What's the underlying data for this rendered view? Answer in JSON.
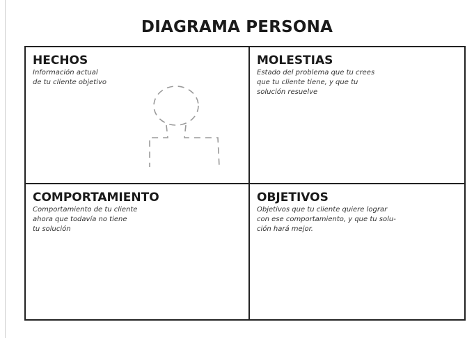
{
  "title": "DIAGRAMA PERSONA",
  "quadrants": {
    "facts": {
      "heading": "HECHOS",
      "description": [
        "Información actual",
        "de tu cliente objetivo"
      ]
    },
    "pains": {
      "heading": "MOLESTIAS",
      "description": [
        "Estado del problema que tu crees",
        "que tu cliente tiene, y que tu",
        "solución resuelve"
      ]
    },
    "behavior": {
      "heading": "COMPORTAMIENTO",
      "description": [
        "Comportamiento de tu cliente",
        "ahora que todavía no tiene",
        "tu solución"
      ]
    },
    "goals": {
      "heading": "OBJETIVOS",
      "description": [
        "Objetivos que tu cliente quiere lograr",
        "con ese comportamiento, y que tu solu-",
        "ción hará mejor."
      ]
    }
  },
  "icons": {
    "persona": "person-outline-icon"
  }
}
